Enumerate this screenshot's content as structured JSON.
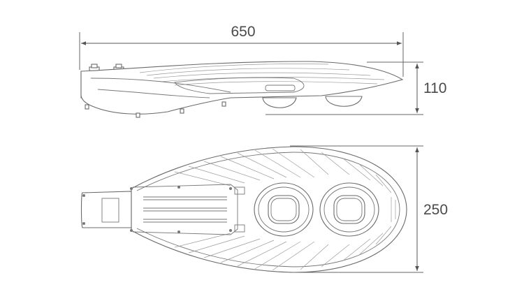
{
  "dimensions": {
    "length": "650",
    "height": "110",
    "width": "250"
  }
}
